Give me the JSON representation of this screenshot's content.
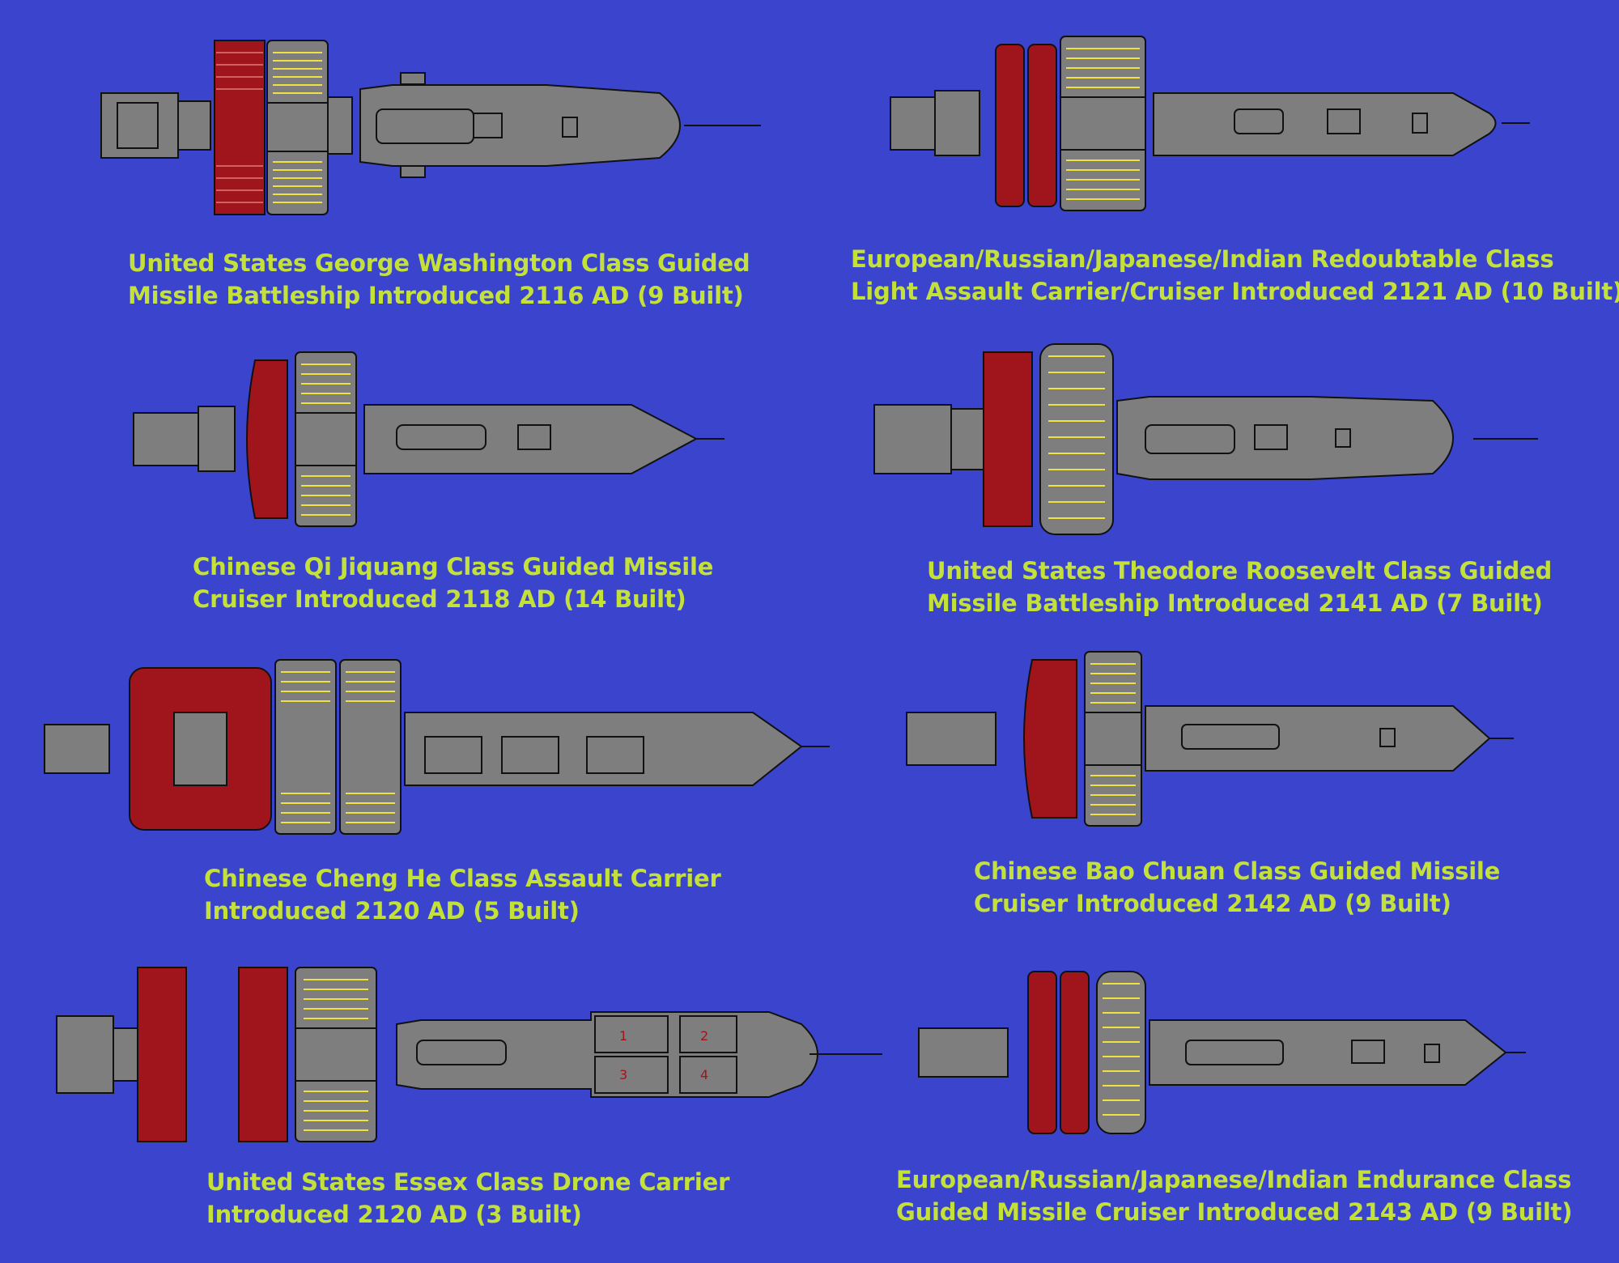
{
  "colors": {
    "background": "#3b44cc",
    "caption": "#c4e13a",
    "hull": "#7e7e7e",
    "hull_outline": "#111111",
    "red_module": "#a0141c",
    "yellow_module": "#f0e040"
  },
  "ships": [
    {
      "name": "george-washington",
      "caption_lines": [
        "United States George Washington Class Guided",
        "Missile Battleship Introduced 2116 AD (9 Built)"
      ]
    },
    {
      "name": "redoubtable",
      "caption_lines": [
        "European/Russian/Japanese/Indian Redoubtable Class",
        "Light Assault Carrier/Cruiser Introduced 2121 AD (10 Built)"
      ]
    },
    {
      "name": "qi-jiquang",
      "caption_lines": [
        "Chinese Qi Jiquang Class Guided Missile",
        "Cruiser Introduced 2118 AD  (14 Built)"
      ]
    },
    {
      "name": "theodore-roosevelt",
      "caption_lines": [
        "United States Theodore Roosevelt Class Guided",
        "Missile Battleship Introduced 2141 AD (7 Built)"
      ]
    },
    {
      "name": "cheng-he",
      "caption_lines": [
        "Chinese Cheng He Class Assault Carrier",
        "Introduced 2120 AD (5 Built)"
      ]
    },
    {
      "name": "bao-chuan",
      "caption_lines": [
        "Chinese Bao Chuan Class Guided Missile",
        "Cruiser Introduced 2142 AD (9 Built)"
      ]
    },
    {
      "name": "essex",
      "caption_lines": [
        "United States Essex Class Drone Carrier",
        "Introduced 2120 AD  (3 Built)"
      ],
      "bay_numbers": [
        "1",
        "2",
        "3",
        "4"
      ]
    },
    {
      "name": "endurance",
      "caption_lines": [
        "European/Russian/Japanese/Indian Endurance Class",
        "Guided Missile Cruiser Introduced 2143 AD (9 Built)"
      ]
    }
  ]
}
